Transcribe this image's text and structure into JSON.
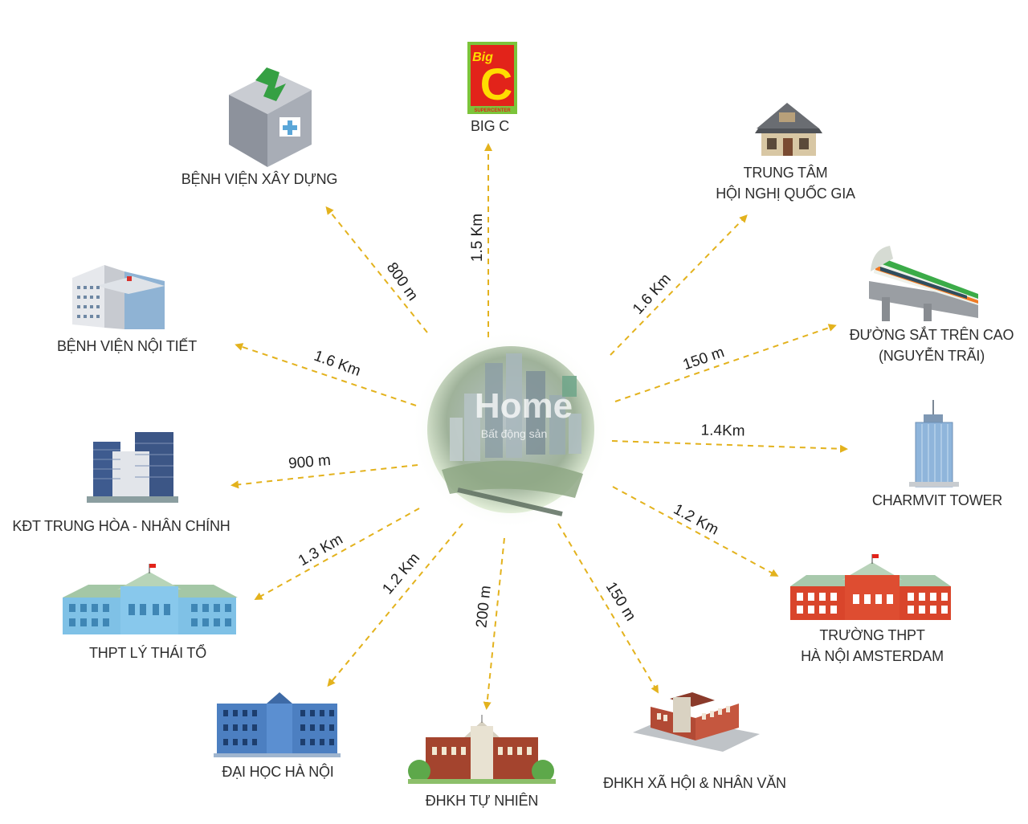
{
  "center": {
    "brand_text": "Home",
    "brand_sub": "Bất động sản"
  },
  "places": {
    "big_c": {
      "label": "BIG C",
      "logo_top": "Big",
      "logo_letter": "C",
      "logo_bottom": "SUPERCENTER",
      "distance": "1.5 Km"
    },
    "xay_dung": {
      "label": "BỆNH VIỆN XÂY DỰNG",
      "distance": "800 m"
    },
    "trung_tam": {
      "label_line1": "TRUNG TÂM",
      "label_line2": "HỘI NGHỊ QUỐC GIA",
      "distance": "1.6 Km"
    },
    "noi_tiet": {
      "label": "BỆNH VIỆN NỘI TIẾT",
      "distance": "1.6 Km"
    },
    "duong_sat": {
      "label_line1": "ĐƯỜNG SẮT TRÊN CAO",
      "label_line2": "(NGUYỄN TRÃI)",
      "distance": "150 m"
    },
    "charmvit": {
      "label": "CHARMVIT TOWER",
      "distance": "1.4Km"
    },
    "kdt": {
      "label": "KĐT TRUNG HÒA - NHÂN CHÍNH",
      "distance": "900 m"
    },
    "ly_thai_to": {
      "label": "THPT LÝ THÁI TỔ",
      "distance": "1.3 Km"
    },
    "amsterdam": {
      "label_line1": "TRƯỜNG THPT",
      "label_line2": "HÀ NỘI AMSTERDAM",
      "distance": "1.2 Km"
    },
    "dai_hoc": {
      "label": "ĐẠI HỌC HÀ NỘI",
      "distance": "1.2 Km"
    },
    "tu_nhien": {
      "label": "ĐHKH TỰ NHIÊN",
      "distance": "200 m"
    },
    "xa_hoi": {
      "label": "ĐHKH XÃ HỘI & NHÂN VĂN",
      "distance": "150 m"
    }
  },
  "colors": {
    "arrow": "#e3b21d",
    "big_c_green": "#7cc43a",
    "big_c_red": "#e2231a",
    "text": "#2e2e2e"
  }
}
